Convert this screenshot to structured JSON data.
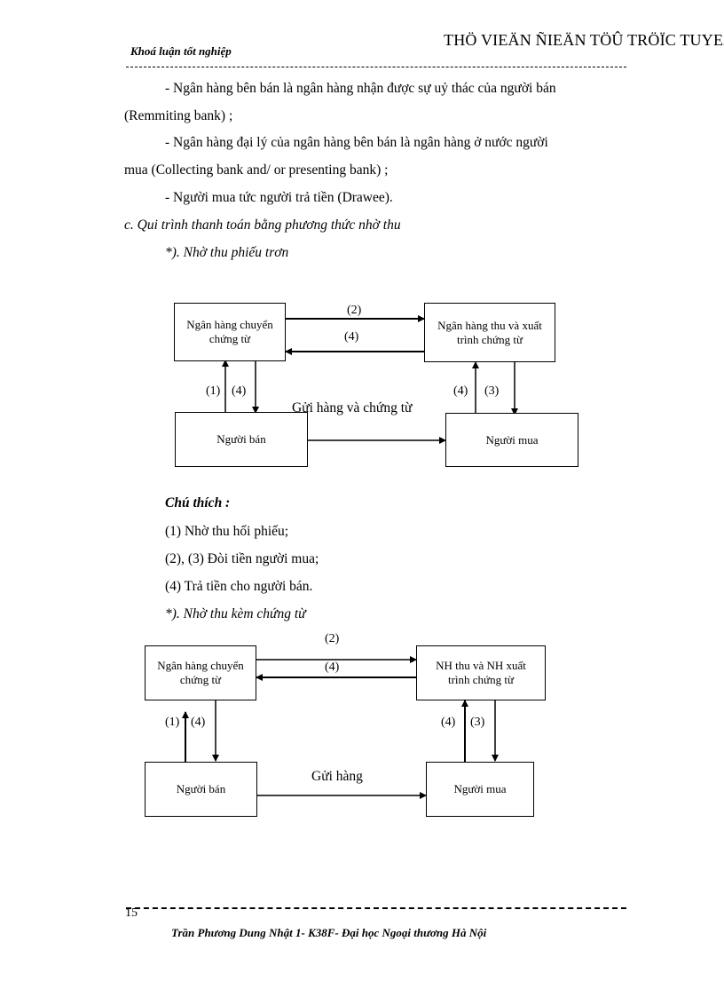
{
  "header": {
    "left": "Khoá luận tốt nghiệp",
    "right": "THÖ VIEÄN ÑIEÄN TÖÛ TRÖÏC TUYEÁN"
  },
  "body": {
    "line1": "- Ngân hàng bên bán là ngân hàng nhận được sự uỷ thác của người bán",
    "line2": "(Remmiting bank) ;",
    "line3": "- Ngân hàng đại lý của ngân hàng bên bán là ngân hàng ở nước người",
    "line4": "mua (Collecting bank and/ or presenting bank) ;",
    "line5": "- Người mua tức người trả tiền (Drawee).",
    "section_c": "c. Qui trình thanh toán bằng phương thức nhờ thu",
    "sub1": "*). Nhờ thu phiếu trơn",
    "legend_title": "Chú thích :",
    "legend1": "(1) Nhờ thu hối phiếu;",
    "legend2": "(2), (3) Đòi tiền người mua;",
    "legend3": "(4) Trả tiền cho người bán.",
    "sub2": "*). Nhờ thu kèm chứng từ"
  },
  "diagram1": {
    "box_remit": "Ngân hàng chuyển chứng từ",
    "box_collect": "Ngân hàng thu và xuất trình chứng từ",
    "box_seller": "Người bán",
    "box_buyer": "Người mua",
    "lbl_top": "(2)",
    "lbl_mid": "(4)",
    "lbl_left1": "(1)",
    "lbl_left4": "(4)",
    "lbl_right4": "(4)",
    "lbl_right3": "(3)",
    "lbl_goods": "Gửi hàng và chứng từ"
  },
  "diagram2": {
    "box_remit": "Ngân hàng chuyển chứng từ",
    "box_collect": "NH thu và NH xuất trình chứng từ",
    "box_seller": "Người bán",
    "box_buyer": "Người mua",
    "lbl_top": "(2)",
    "lbl_mid": "(4)",
    "lbl_left1": "(1)",
    "lbl_left4": "(4)",
    "lbl_right4": "(4)",
    "lbl_right3": "(3)",
    "lbl_goods": "Gửi hàng"
  },
  "footer": {
    "page_number": "15",
    "text": "Trần Phương Dung     Nhật 1- K38F- Đại học Ngoại thương Hà Nội"
  }
}
